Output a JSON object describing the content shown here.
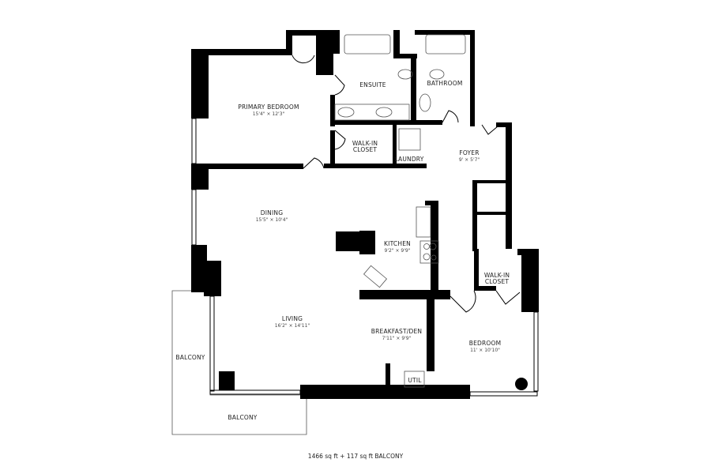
{
  "rooms": {
    "primary_bedroom": {
      "name": "PRIMARY BEDROOM",
      "dims": "15'4\" × 12'3\""
    },
    "ensuite": {
      "name": "ENSUITE"
    },
    "bathroom": {
      "name": "BATHROOM"
    },
    "walk_in_closet_primary": {
      "name1": "WALK-IN",
      "name2": "CLOSET"
    },
    "laundry": {
      "name": "LAUNDRY"
    },
    "foyer": {
      "name": "FOYER",
      "dims": "9' × 5'7\""
    },
    "dining": {
      "name": "DINING",
      "dims": "15'5\" × 10'4\""
    },
    "kitchen": {
      "name": "KITCHEN",
      "dims": "9'2\" × 9'9\""
    },
    "walk_in_closet_bedroom": {
      "name1": "WALK-IN",
      "name2": "CLOSET"
    },
    "living": {
      "name": "LIVING",
      "dims": "16'2\" × 14'11\""
    },
    "breakfast_den": {
      "name": "BREAKFAST/DEN",
      "dims": "7'11\" × 9'9\""
    },
    "bedroom": {
      "name": "BEDROOM",
      "dims": "11' × 10'10\""
    },
    "util": {
      "name": "UTIL"
    },
    "balcony_side": {
      "name": "BALCONY"
    },
    "balcony_bottom": {
      "name": "BALCONY"
    }
  },
  "total_area": "1466 sq ft + 117 sq ft BALCONY",
  "colors": {
    "walls": "#000000",
    "background": "#ffffff"
  }
}
